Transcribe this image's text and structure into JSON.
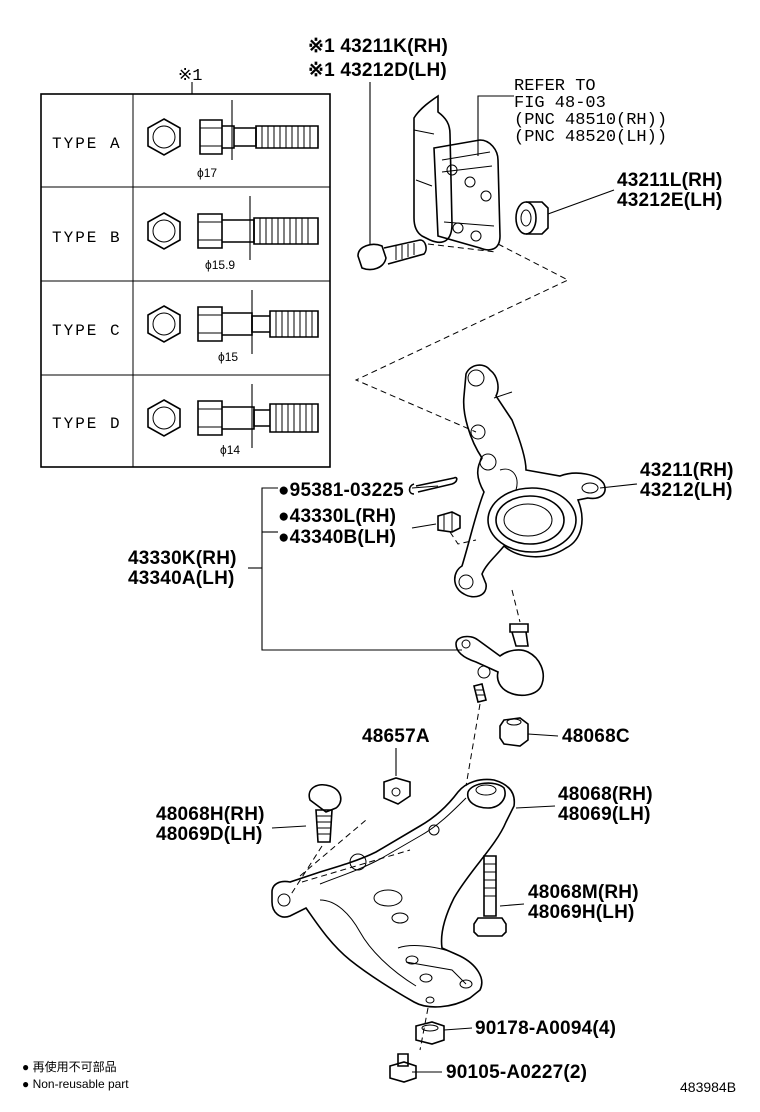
{
  "table": {
    "note_mark": "※1",
    "rows": [
      {
        "type": "TYPE A",
        "dia": "ϕ17"
      },
      {
        "type": "TYPE B",
        "dia": "ϕ15.9"
      },
      {
        "type": "TYPE C",
        "dia": "ϕ15"
      },
      {
        "type": "TYPE D",
        "dia": "ϕ14"
      }
    ]
  },
  "labels": {
    "bolt_rh": "※1 43211K(RH)",
    "bolt_lh": "※1 43212D(LH)",
    "refer_1": "REFER TO",
    "refer_2": "FIG 48-03",
    "refer_3": "(PNC 48510(RH))",
    "refer_4": "(PNC 48520(LH))",
    "nut_rh": "43211L(RH)",
    "nut_lh": "43212E(LH)",
    "knuckle_rh": "43211(RH)",
    "knuckle_lh": "43212(LH)",
    "cotter": "●95381-03225",
    "bj_nut_rh": "●43330L(RH)",
    "bj_nut_lh": "●43340B(LH)",
    "bj_rh": "43330K(RH)",
    "bj_lh": "43340A(LH)",
    "clip": "48657A",
    "nut_48068c": "48068C",
    "arm_rh": "48068(RH)",
    "arm_lh": "48069(LH)",
    "bolt2_rh": "48068H(RH)",
    "bolt2_lh": "48069D(LH)",
    "bolt3_rh": "48068M(RH)",
    "bolt3_lh": "48069H(LH)",
    "nut_90178": "90178-A0094(4)",
    "bolt_90105": "90105-A0227(2)"
  },
  "legend": {
    "jp": "● 再使用不可部品",
    "en": "● Non-reusable part"
  },
  "figure_id": "483984B"
}
